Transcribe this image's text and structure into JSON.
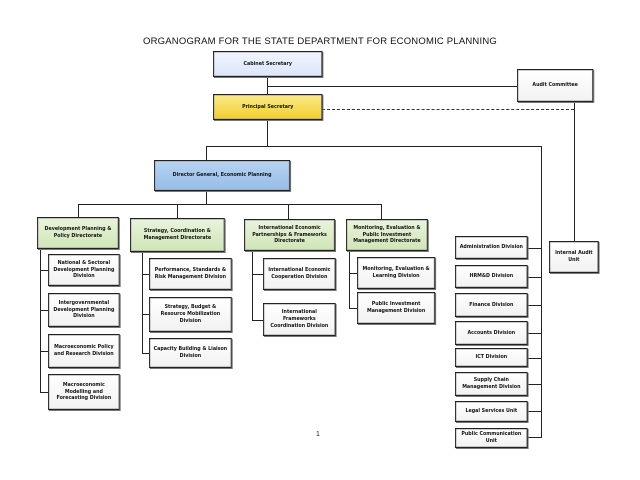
{
  "title": "ORGANOGRAM  FOR THE STATE DEPARTMENT FOR ECONOMIC PLANNING",
  "top": {
    "cabinet_secretary": "Cabinet Secretary",
    "principal_secretary": "Principal Secretary",
    "audit_committee": "Audit Committee",
    "director_general": "Director General, Economic Planning",
    "internal_audit": "Internal Audit Unit"
  },
  "directorates": [
    {
      "name": "Development Planning & Policy Directorate",
      "divisions": [
        "National & Sectoral Development Planning Division",
        "Intergovernmental Development Planning Division",
        "Macroeconomic Policy and Research Division",
        "Macroeconomic Modelling and Forecasting Division"
      ]
    },
    {
      "name": "Strategy, Coordination & Management Directorate",
      "divisions": [
        "Performance, Standards & Risk Management Division",
        "Strategy, Budget & Resource Mobilization Division",
        "Capacity Building & Liaison Division"
      ]
    },
    {
      "name": "International Economic Partnerships & Frameworks Directorate",
      "divisions": [
        "International Economic Cooperation Division",
        "International Frameworks Coordination Division"
      ]
    },
    {
      "name": "Monitoring, Evaluation & Public Investment Management Directorate",
      "divisions": [
        "Monitoring, Evaluation & Learning Division",
        "Public Investment Management Division"
      ]
    }
  ],
  "support_units": [
    "Administration Division",
    "HRM&D Division",
    "Finance Division",
    "Accounts Division",
    "ICT Division",
    "Supply Chain Management Division",
    "Legal Services Unit",
    "Public Communication Unit"
  ],
  "page_number": "1",
  "colors": {
    "cabinet_secretary": "#dbe6fb",
    "principal_secretary": "#f2cf2e",
    "director_general": "#96bde9",
    "directorate": "#cfe5b6"
  }
}
